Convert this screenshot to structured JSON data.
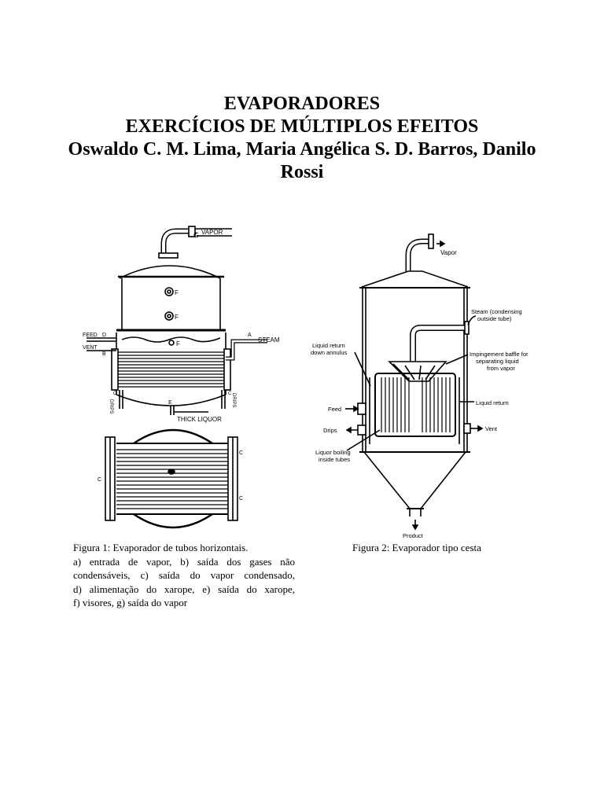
{
  "title": {
    "line1": "EVAPORADORES",
    "line2": "EXERCÍCIOS DE MÚLTIPLOS EFEITOS",
    "line3": "Oswaldo C. M. Lima, Maria Angélica S. D. Barros, Danilo",
    "line4": "Rossi"
  },
  "figure1": {
    "labels": {
      "vapor": "VAPOR",
      "g": "G",
      "f_upper": "F",
      "f_middle": "F",
      "f_lower": "F",
      "feed": "FEED",
      "d": "D",
      "vent": "VENT",
      "b": "B",
      "a": "A",
      "steam": "STEAM",
      "drips_left": "DRIPS",
      "c_left": "C",
      "drips_right": "DRIPS",
      "c_right": "C",
      "e": "E",
      "thick_liquor": "THICK LIQUOR",
      "bottom_c1": "C",
      "bottom_c2": "C",
      "bottom_c3": "C"
    },
    "caption": {
      "line1": "Figura 1: Evaporador de tubos horizontais.",
      "line2": "a) entrada de vapor, b) saída dos gases não",
      "line3": "condensáveis, c) saída do vapor condensado,",
      "line4": "d) alimentação do xarope, e) saída do xarope,",
      "line5": "f) visores, g) saída do vapor"
    }
  },
  "figure2": {
    "labels": {
      "vapor": "Vapor",
      "steam_1": "Steam (condensing",
      "steam_2": "outside tube)",
      "liquid_return_down_1": "Liquid return",
      "liquid_return_down_2": "down annulus",
      "baffle_1": "Impingement baffle for",
      "baffle_2": "separating liquid",
      "baffle_3": "from vapor",
      "liquid_return": "Liquid return",
      "feed": "Feed",
      "drips": "Drips",
      "vent": "Vent",
      "liquor_boiling_1": "Liquor boiling",
      "liquor_boiling_2": "inside tubes",
      "product": "Product"
    },
    "caption": "Figura 2: Evaporador tipo cesta"
  }
}
